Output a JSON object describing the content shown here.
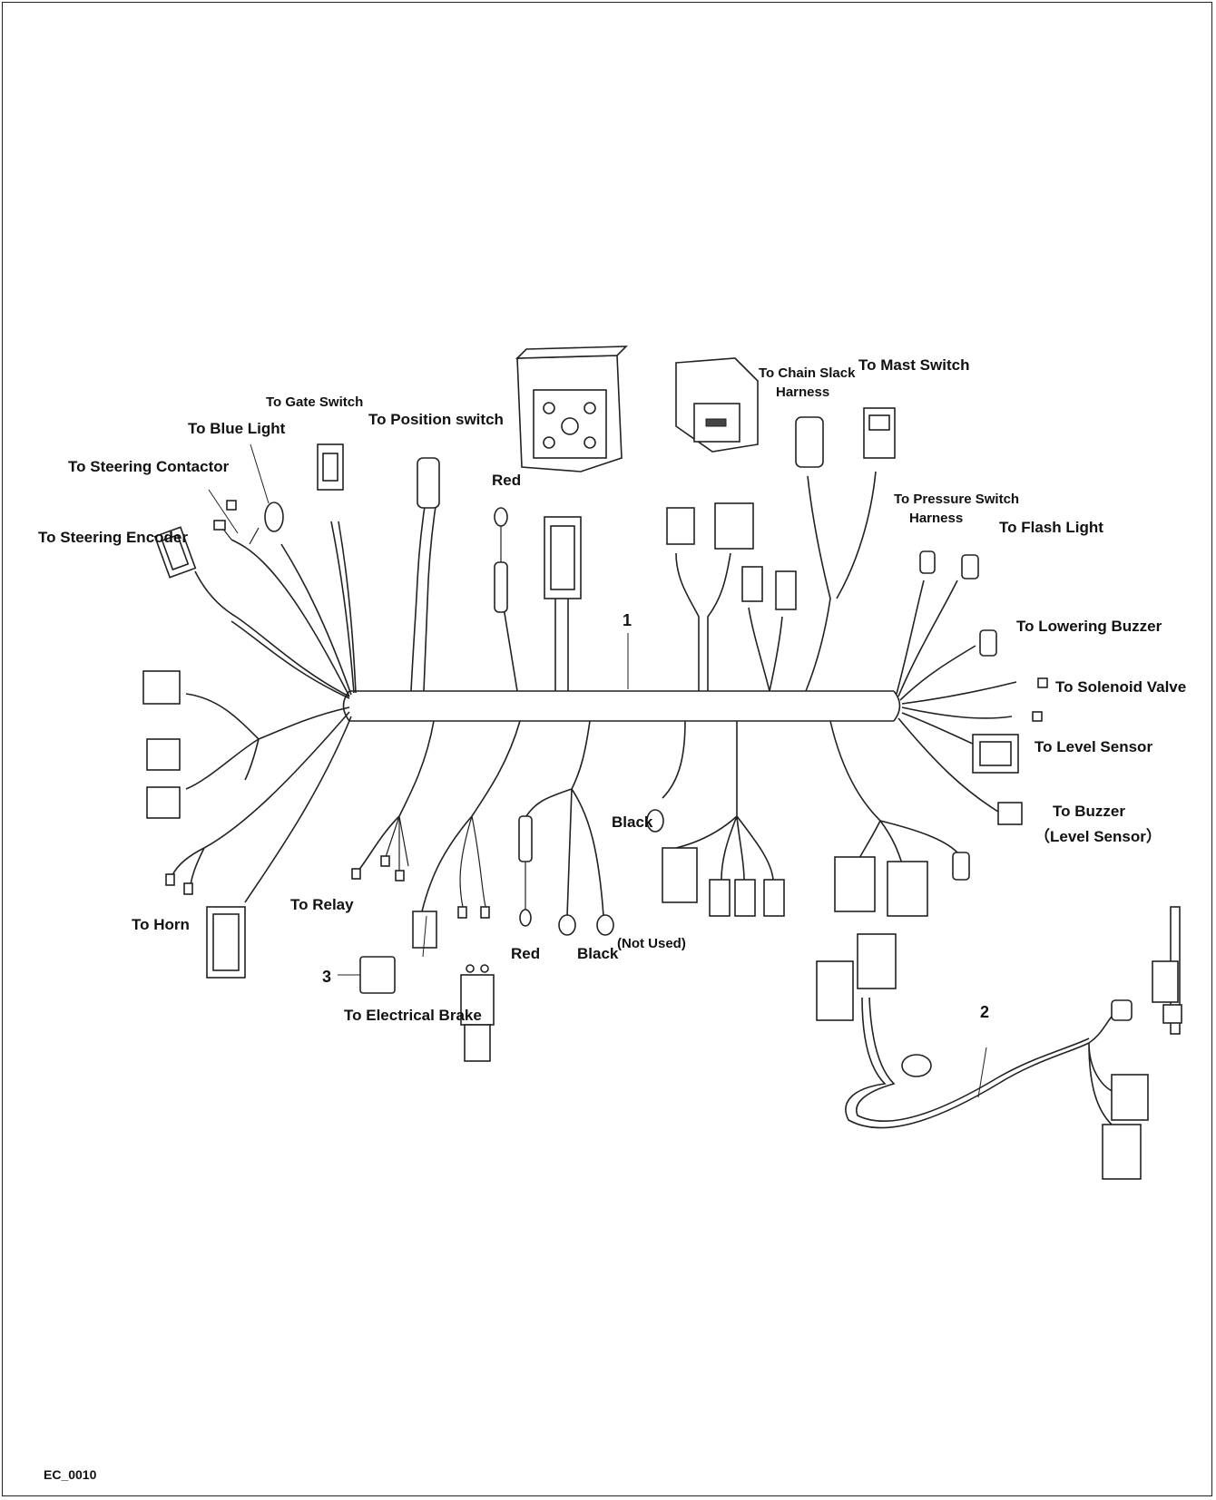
{
  "drawing_code": "EC_0010",
  "callouts": {
    "main_harness": "1",
    "sub_harness": "2",
    "relay_item": "3"
  },
  "labels": {
    "steering_encoder": "To Steering Encoder",
    "steering_contactor": "To Steering Contactor",
    "blue_light": "To Blue Light",
    "gate_switch": "To Gate Switch",
    "position_switch": "To Position switch",
    "red_top": "Red",
    "chain_slack_1": "To Chain Slack",
    "chain_slack_2": "Harness",
    "mast_switch": "To Mast Switch",
    "pressure_switch_1": "To Pressure Switch",
    "pressure_switch_2": "Harness",
    "flash_light": "To Flash Light",
    "lowering_buzzer": "To Lowering Buzzer",
    "solenoid_valve": "To Solenoid Valve",
    "level_sensor": "To Level Sensor",
    "buzzer_1": "To Buzzer",
    "buzzer_2": "（Level Sensor）",
    "horn": "To Horn",
    "relay": "To Relay",
    "electrical_brake": "To Electrical Brake",
    "red_bottom": "Red",
    "black_bottom": "Black",
    "not_used": "(Not Used)",
    "black_mid": "Black"
  }
}
